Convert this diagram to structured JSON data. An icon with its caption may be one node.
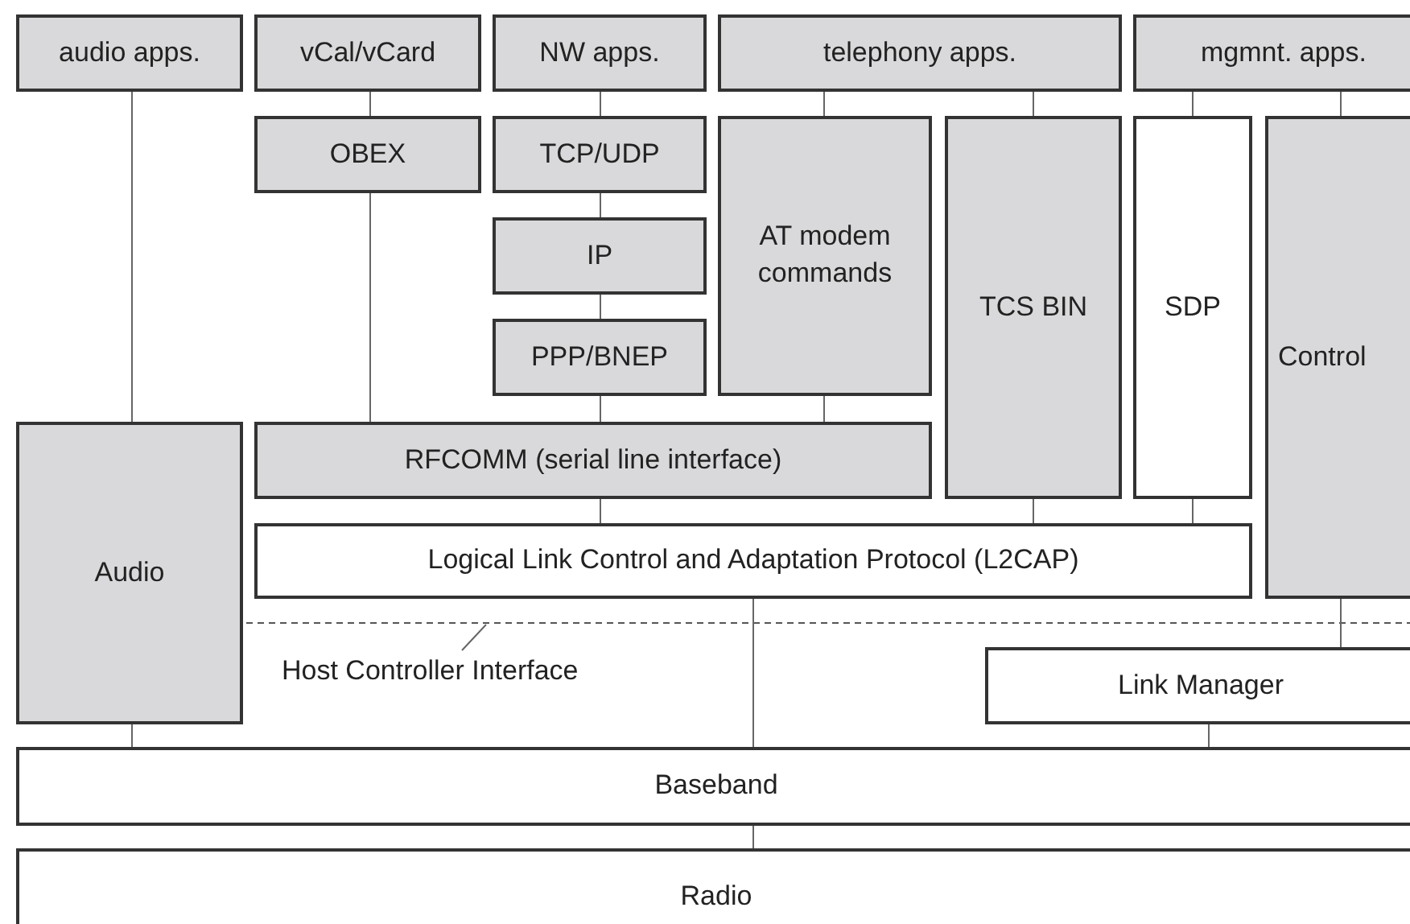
{
  "diagram": {
    "nodes": [
      {
        "text": [
          "audio apps."
        ]
      },
      {
        "text": [
          "vCal/vCard"
        ]
      },
      {
        "text": [
          "NW apps."
        ]
      },
      {
        "text": [
          "telephony apps."
        ]
      },
      {
        "text": [
          "mgmnt. apps."
        ]
      },
      {
        "text": [
          "OBEX"
        ]
      },
      {
        "text": [
          "TCP/UDP"
        ]
      },
      {
        "text": [
          "AT modem commands"
        ]
      },
      {
        "text": [
          "TCS BIN"
        ]
      },
      {
        "text": [
          "SDP"
        ]
      },
      {
        "text": [
          "Control"
        ]
      },
      {
        "text": [
          "IP"
        ]
      },
      {
        "text": [
          "PPP/BNEP"
        ]
      },
      {
        "text": [
          "Audio"
        ]
      },
      {
        "text": [
          "RFCOMM (serial line interface)"
        ]
      },
      {
        "text": [
          "Logical Link Control and Adaptation Protocol (L2CAP)"
        ]
      },
      {
        "text": [
          "Host Controller Interface"
        ]
      },
      {
        "text": [
          "Link Manager"
        ]
      },
      {
        "text": [
          "Baseband"
        ]
      },
      {
        "text": [
          "Radio"
        ]
      }
    ],
    "edges": [
      {
        "from": 0,
        "to": 13,
        "arrow": "none"
      },
      {
        "from": 1,
        "to": 5,
        "arrow": "none"
      },
      {
        "from": 2,
        "to": 6,
        "arrow": "none"
      },
      {
        "from": 3,
        "to": 7,
        "arrow": "none"
      },
      {
        "from": 3,
        "to": 8,
        "arrow": "none"
      },
      {
        "from": 4,
        "to": 9,
        "arrow": "none"
      },
      {
        "from": 4,
        "to": 10,
        "arrow": "none"
      },
      {
        "from": 6,
        "to": 11,
        "arrow": "none"
      },
      {
        "from": 11,
        "to": 12,
        "arrow": "none"
      },
      {
        "from": 5,
        "to": 14,
        "arrow": "none"
      },
      {
        "from": 12,
        "to": 14,
        "arrow": "none"
      },
      {
        "from": 7,
        "to": 14,
        "arrow": "none"
      },
      {
        "from": 14,
        "to": 15,
        "arrow": "none"
      },
      {
        "from": 8,
        "to": 15,
        "arrow": "none"
      },
      {
        "from": 9,
        "to": 15,
        "arrow": "none"
      },
      {
        "from": 10,
        "to": 17,
        "arrow": "none"
      },
      {
        "from": 16,
        "to": null,
        "arrow": "none"
      },
      {
        "from": 13,
        "to": 18,
        "arrow": "none"
      },
      {
        "from": 15,
        "to": 18,
        "arrow": "none"
      },
      {
        "from": 17,
        "to": 18,
        "arrow": "none"
      },
      {
        "from": 18,
        "to": 19,
        "arrow": "none"
      }
    ]
  }
}
